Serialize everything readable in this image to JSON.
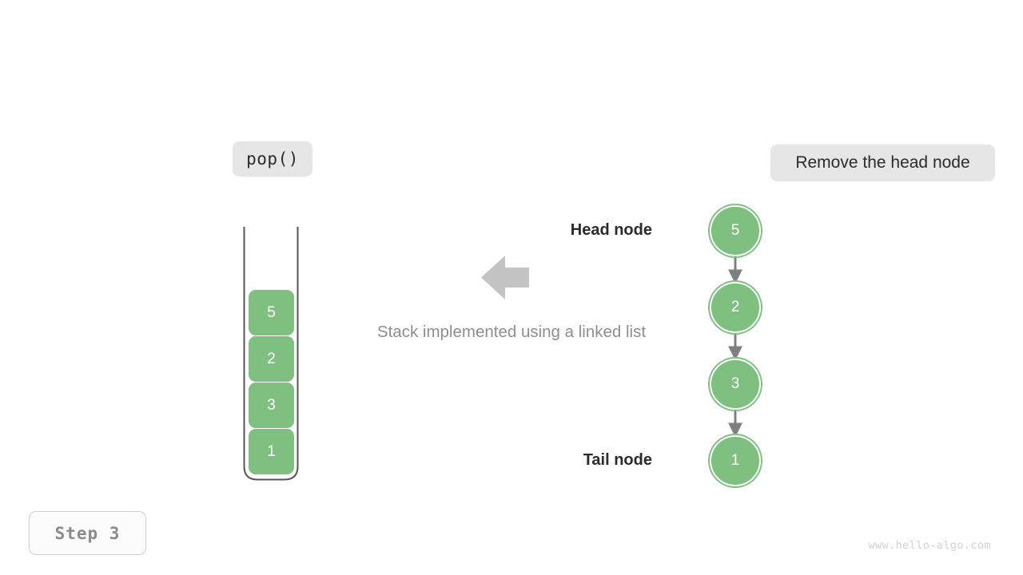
{
  "page": {
    "background": "#ffffff",
    "accent_green": "#7fc080",
    "chip_background": "#e6e6e6",
    "arrow_gray": "#c4c4c4",
    "link_arrow_gray": "#808080"
  },
  "operation_chip": {
    "label": "pop()"
  },
  "action_chip": {
    "label": "Remove the head node"
  },
  "caption": {
    "text": "Stack implemented using a linked list"
  },
  "step_badge": {
    "label": "Step 3"
  },
  "watermark": {
    "text": "www.hello-algo.com"
  },
  "stack": {
    "boxes": [
      {
        "value": "5"
      },
      {
        "value": "2"
      },
      {
        "value": "3"
      },
      {
        "value": "1"
      }
    ]
  },
  "linked_list": {
    "head_label": "Head node",
    "tail_label": "Tail node",
    "nodes": [
      {
        "value": "5"
      },
      {
        "value": "2"
      },
      {
        "value": "3"
      },
      {
        "value": "1"
      }
    ]
  },
  "icons": {
    "flow_arrow": "arrow-left-icon",
    "link_arrow": "arrow-down-icon"
  }
}
